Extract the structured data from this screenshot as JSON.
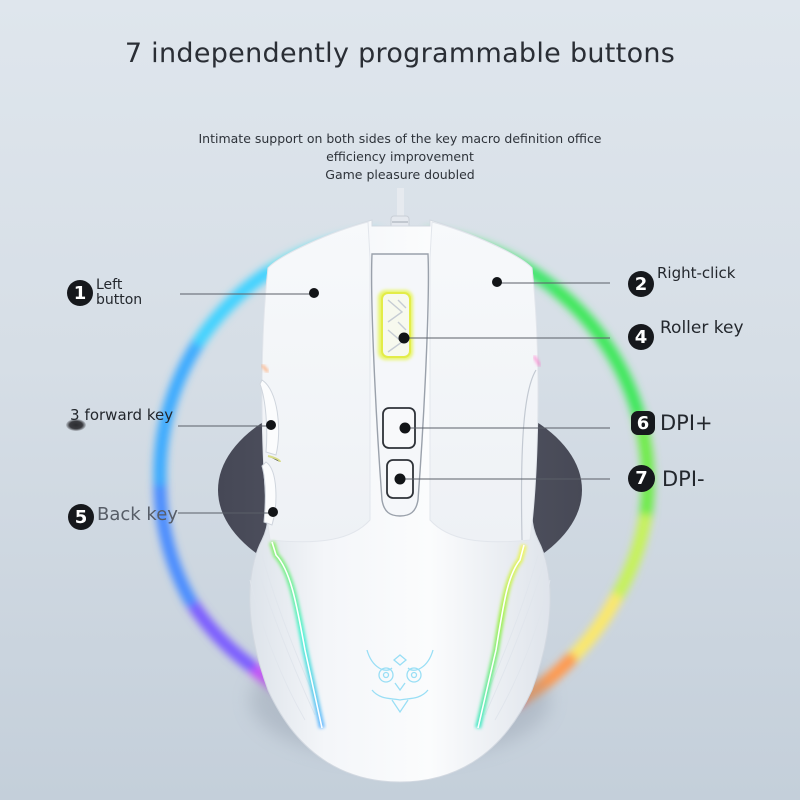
{
  "header": {
    "title": "7 independently programmable buttons",
    "subtitle_lines": [
      "Intimate support on both sides of the key macro definition office",
      "efficiency improvement",
      "Game pleasure doubled"
    ]
  },
  "callouts": [
    {
      "number": "1",
      "label_line1": "Left",
      "label_line2": "button"
    },
    {
      "number": "2",
      "label": "Right-click"
    },
    {
      "number": "3",
      "label": "forward key"
    },
    {
      "number": "4",
      "label": "Roller key"
    },
    {
      "number": "5",
      "label": "Back key"
    },
    {
      "number": "6",
      "label": "DPI+"
    },
    {
      "number": "7",
      "label": "DPI-"
    }
  ],
  "product": {
    "type": "gaming mouse",
    "body_color": "#f3f5f8",
    "ring_colors": [
      "#3fe66a",
      "#55d8f5",
      "#3aa2ff",
      "#6a6cff",
      "#c44dff",
      "#ff5a5a",
      "#ff9a4a",
      "#f6f06a",
      "#aef05a"
    ],
    "disc_color": "#50525e",
    "logo_icon": "owl-logo-icon"
  },
  "colors": {
    "background_top": "#dfe6ed",
    "background_bottom": "#c4cfda",
    "badge": "#16181c",
    "leader_line": "#5a5f68"
  }
}
